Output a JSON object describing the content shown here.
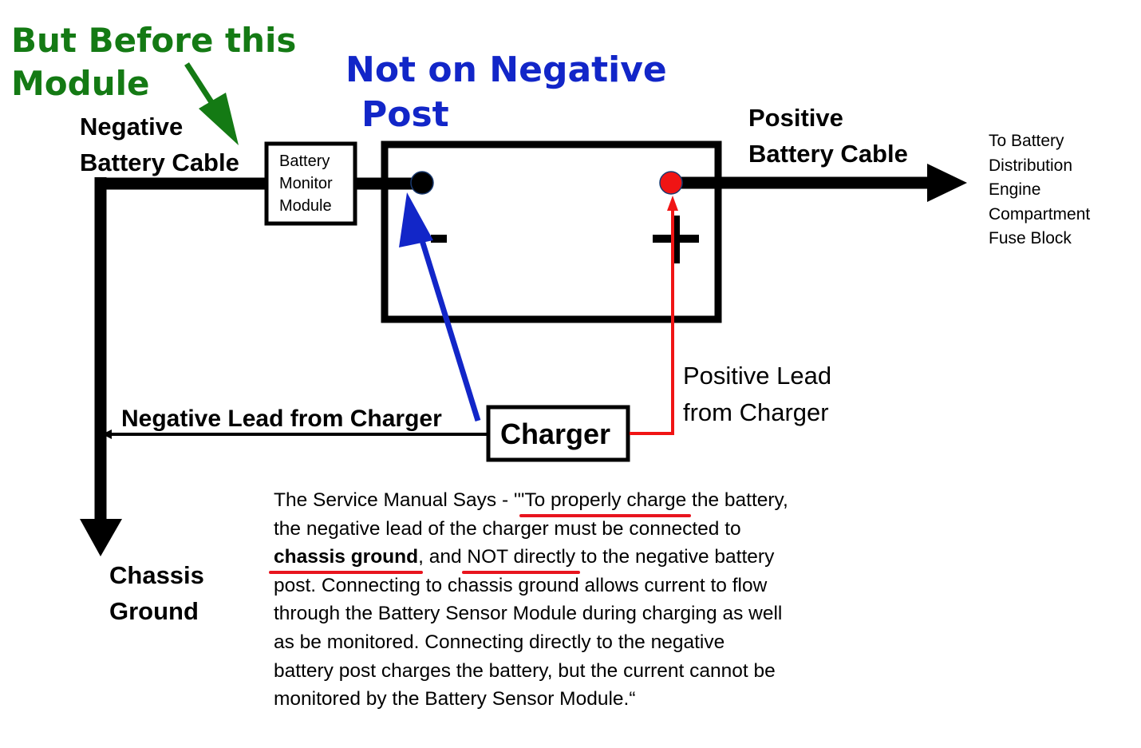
{
  "annotations": {
    "green_line1": "But Before this",
    "green_line2": "Module",
    "blue_line1": "Not on Negative",
    "blue_line2": "Post"
  },
  "labels": {
    "negative_cable_line1": "Negative",
    "negative_cable_line2": "Battery Cable",
    "module_line1": "Battery",
    "module_line2": "Monitor",
    "module_line3": "Module",
    "positive_cable_line1": "Positive",
    "positive_cable_line2": "Battery Cable",
    "destination": [
      "To Battery",
      "Distribution",
      "Engine",
      "Compartment",
      "Fuse Block"
    ],
    "negative_terminal_symbol": "−",
    "positive_terminal_symbol": "+",
    "positive_lead_line1": "Positive Lead",
    "positive_lead_line2": "from Charger",
    "negative_lead": "Negative Lead from Charger",
    "charger": "Charger",
    "chassis_line1": "Chassis",
    "chassis_line2": "Ground"
  },
  "manual_quote": {
    "l1_a": "The Service Manual Says -  '\"",
    "l1_u": "To properly charge",
    "l1_b": " the battery,",
    "l2": "the negative lead of the charger must be connected to",
    "l3_u1": "chassis ground",
    "l3_a": ", and ",
    "l3_u2": "NOT directly",
    "l3_b": " to the negative battery",
    "l4": "post. Connecting to chassis ground allows current to flow",
    "l5": "through the Battery Sensor Module during charging as well",
    "l6": "as be monitored. Connecting directly to the negative",
    "l7": "battery post charges the battery, but the current cannot be",
    "l8": "monitored by the Battery Sensor Module.“"
  },
  "colors": {
    "green_annotation": "#147a14",
    "blue_annotation": "#1226c8",
    "positive_lead": "#f01414",
    "positive_post": "#f01414",
    "negative_post": "#000000",
    "underline": "#e8141e"
  }
}
